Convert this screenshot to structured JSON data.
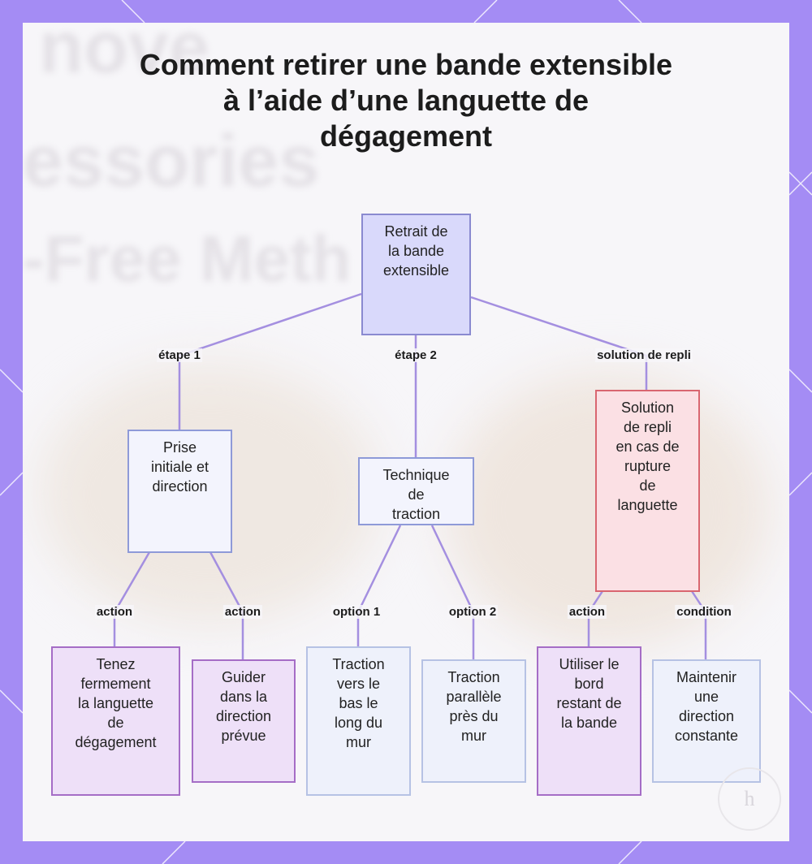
{
  "title": {
    "line1": "Comment retirer une bande extensible",
    "line2": "à l’aide d’une languette de",
    "line3": "dégagement"
  },
  "background_text": [
    "nove",
    "essories",
    "-Free Meth"
  ],
  "nodes": {
    "root": "Retrait de\nla bande\nextensible",
    "prise": "Prise\ninitiale et\ndirection",
    "technique": "Technique\nde\ntraction",
    "solution": "Solution\nde repli\nen cas de\nrupture\nde\nlanguette",
    "tenez": "Tenez\nfermement\nla languette\nde\ndégagement",
    "guider": "Guider\ndans la\ndirection\nprévue",
    "traction_bas": "Traction\nvers le\nbas le\nlong du\nmur",
    "traction_parallele": "Traction\nparallèle\nprès du\nmur",
    "utiliser": "Utiliser le\nbord\nrestant de\nla bande",
    "maintenir": "Maintenir\nune\ndirection\nconstante"
  },
  "edge_labels": {
    "etape1": "étape 1",
    "etape2": "étape 2",
    "solution_repli": "solution de repli",
    "action_tenez": "action",
    "action_guider": "action",
    "option1": "option 1",
    "option2": "option 2",
    "action_utiliser": "action",
    "condition": "condition"
  },
  "colors": {
    "frame": "#a48cf4",
    "edge": "#a48fe0",
    "root_fill": "#d9d9fb",
    "red_fill": "#fbe0e4",
    "purple_fill": "#eee0f8"
  },
  "logo_text": "h"
}
